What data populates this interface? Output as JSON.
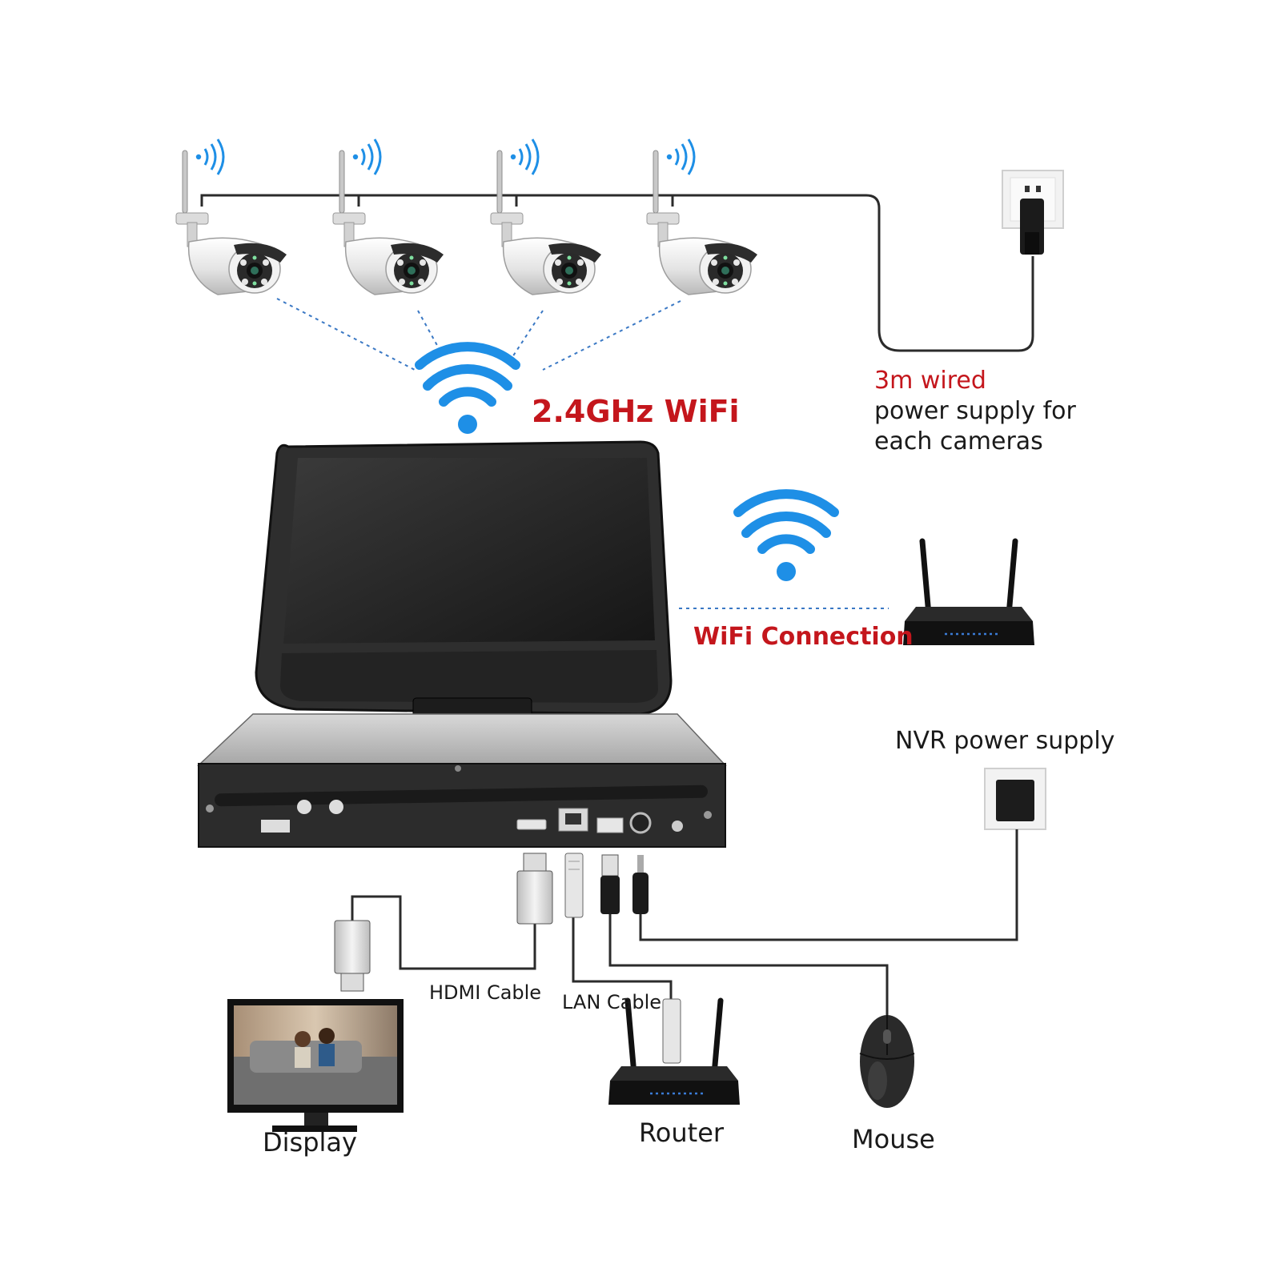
{
  "labels": {
    "wifi_band": "2.4GHz WiFi",
    "cable_power_red": "3m wired",
    "cable_power_line1": "power supply for",
    "cable_power_line2": "each cameras",
    "wifi_connection": "WiFi Connection",
    "nvr_power": "NVR power supply",
    "hdmi_cable": "HDMI Cable",
    "lan_cable": "LAN Cable",
    "display": "Display",
    "router": "Router",
    "mouse": "Mouse"
  },
  "colors": {
    "wifi_blue": "#1e8fe6",
    "label_red": "#c4161c",
    "text": "#1a1a1a",
    "cable": "#2b2b2b"
  },
  "icons": {
    "camera": "bullet-camera-icon",
    "wifi": "wifi-icon",
    "router": "router-icon",
    "monitor": "monitor-icon",
    "mouse": "mouse-icon",
    "outlet": "power-outlet-icon",
    "nvr": "nvr-recorder-icon"
  }
}
